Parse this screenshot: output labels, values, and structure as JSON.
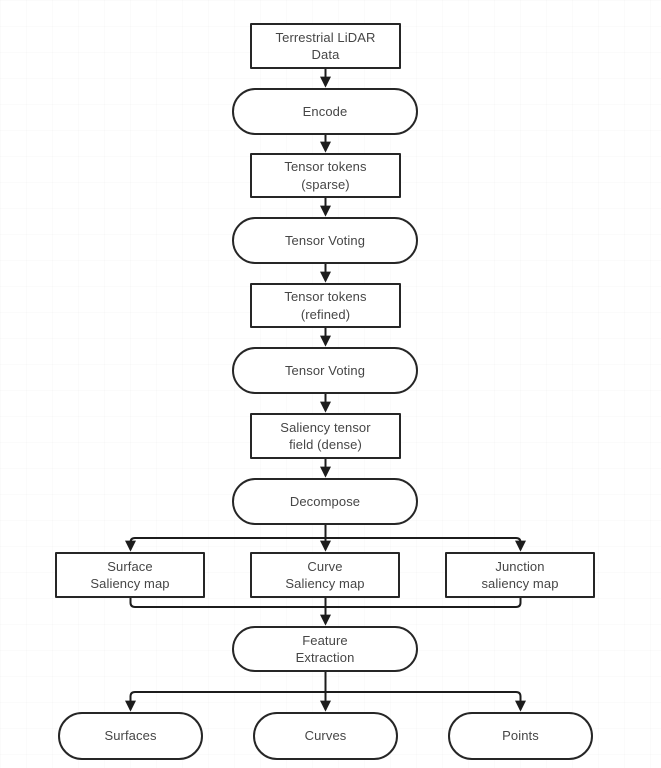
{
  "colors": {
    "background": "#ffffff",
    "node_fill": "#ffffff",
    "node_border": "#262626",
    "text": "#464646",
    "connector": "#1c1c1c"
  },
  "diagram": {
    "type": "flowchart",
    "nodes": [
      {
        "id": "terrestrial-lidar-data",
        "shape": "rectangle",
        "label": "Terrestrial LiDAR\nData"
      },
      {
        "id": "encode",
        "shape": "stadium",
        "label": "Encode"
      },
      {
        "id": "tensor-tokens-sparse",
        "shape": "rectangle",
        "label": "Tensor tokens\n(sparse)"
      },
      {
        "id": "tensor-voting-1",
        "shape": "stadium",
        "label": "Tensor Voting"
      },
      {
        "id": "tensor-tokens-refined",
        "shape": "rectangle",
        "label": "Tensor tokens\n(refined)"
      },
      {
        "id": "tensor-voting-2",
        "shape": "stadium",
        "label": "Tensor Voting"
      },
      {
        "id": "saliency-tensor-field",
        "shape": "rectangle",
        "label": "Saliency tensor\nfield (dense)"
      },
      {
        "id": "decompose",
        "shape": "stadium",
        "label": "Decompose"
      },
      {
        "id": "surface-saliency-map",
        "shape": "rectangle",
        "label": "Surface\nSaliency map"
      },
      {
        "id": "curve-saliency-map",
        "shape": "rectangle",
        "label": "Curve\nSaliency map"
      },
      {
        "id": "junction-saliency-map",
        "shape": "rectangle",
        "label": "Junction\nsaliency map"
      },
      {
        "id": "feature-extraction",
        "shape": "stadium",
        "label": "Feature\nExtraction"
      },
      {
        "id": "surfaces",
        "shape": "stadium",
        "label": "Surfaces"
      },
      {
        "id": "curves",
        "shape": "stadium",
        "label": "Curves"
      },
      {
        "id": "points",
        "shape": "stadium",
        "label": "Points"
      }
    ],
    "edges": [
      {
        "from": "terrestrial-lidar-data",
        "to": "encode"
      },
      {
        "from": "encode",
        "to": "tensor-tokens-sparse"
      },
      {
        "from": "tensor-tokens-sparse",
        "to": "tensor-voting-1"
      },
      {
        "from": "tensor-voting-1",
        "to": "tensor-tokens-refined"
      },
      {
        "from": "tensor-tokens-refined",
        "to": "tensor-voting-2"
      },
      {
        "from": "tensor-voting-2",
        "to": "saliency-tensor-field"
      },
      {
        "from": "saliency-tensor-field",
        "to": "decompose"
      },
      {
        "from": "decompose",
        "to": "surface-saliency-map"
      },
      {
        "from": "decompose",
        "to": "curve-saliency-map"
      },
      {
        "from": "decompose",
        "to": "junction-saliency-map"
      },
      {
        "from": "surface-saliency-map",
        "to": "feature-extraction"
      },
      {
        "from": "curve-saliency-map",
        "to": "feature-extraction"
      },
      {
        "from": "junction-saliency-map",
        "to": "feature-extraction"
      },
      {
        "from": "feature-extraction",
        "to": "surfaces"
      },
      {
        "from": "feature-extraction",
        "to": "curves"
      },
      {
        "from": "feature-extraction",
        "to": "points"
      }
    ]
  }
}
